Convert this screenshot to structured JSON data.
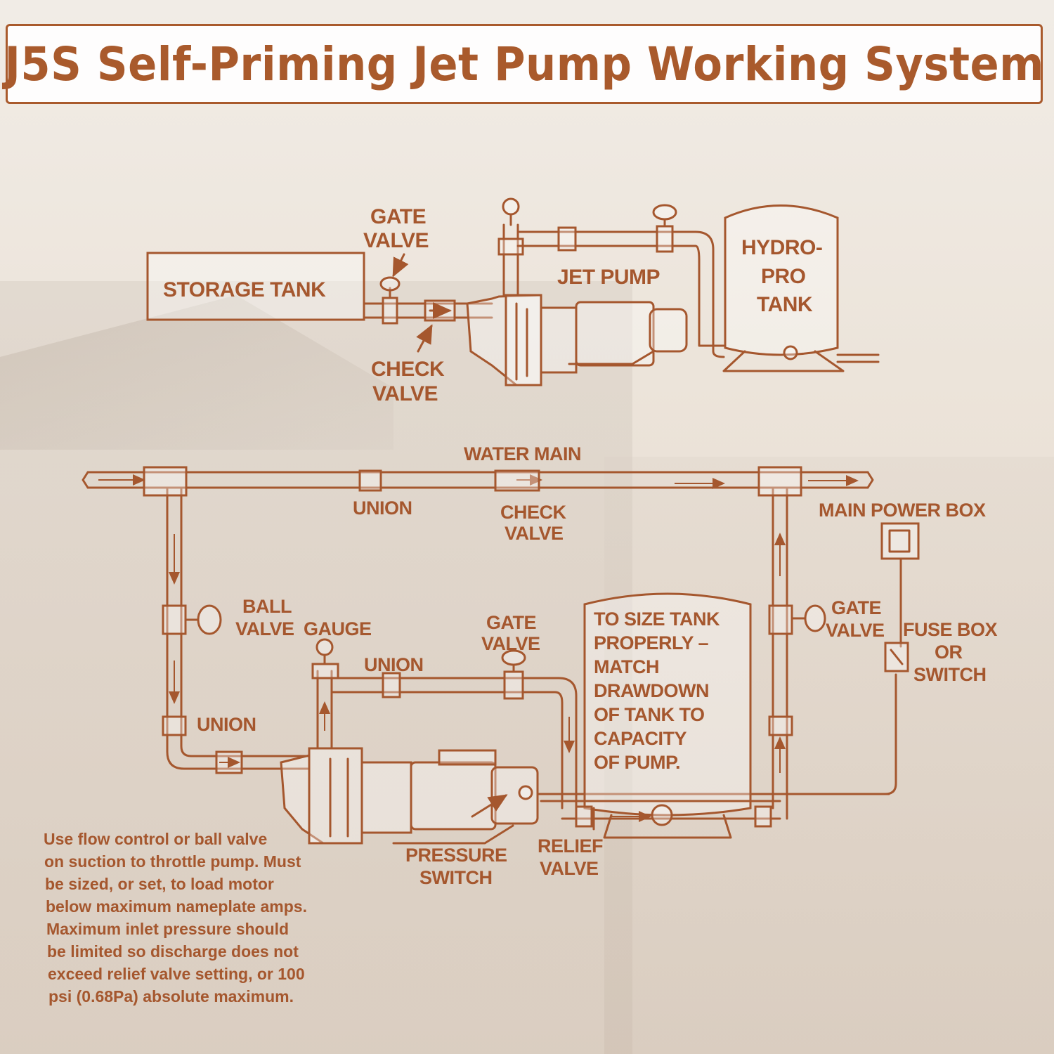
{
  "title": "J5S Self-Priming Jet Pump Working System",
  "top_diagram": {
    "storage_tank": "STORAGE TANK",
    "gate_valve": [
      "GATE",
      "VALVE"
    ],
    "check_valve": [
      "CHECK",
      "VALVE"
    ],
    "jet_pump": "JET PUMP",
    "hydro_pro_tank": [
      "HYDRO-",
      "PRO",
      "TANK"
    ]
  },
  "bottom_diagram": {
    "water_main": "WATER MAIN",
    "union_top": "UNION",
    "check_valve": [
      "CHECK",
      "VALVE"
    ],
    "main_power_box": "MAIN POWER BOX",
    "ball_valve": [
      "BALL",
      "VALVE"
    ],
    "gauge": "GAUGE",
    "gate_valve_mid": [
      "GATE",
      "VALVE"
    ],
    "union_mid": "UNION",
    "union_left": "UNION",
    "tank_note": [
      "TO SIZE TANK",
      "PROPERLY –",
      "MATCH",
      "DRAWDOWN",
      "OF TANK TO",
      "CAPACITY",
      "OF PUMP."
    ],
    "gate_valve_right": [
      "GATE",
      "VALVE"
    ],
    "fuse_box": [
      "FUSE BOX",
      "OR",
      "SWITCH"
    ],
    "pressure_switch": [
      "PRESSURE",
      "SWITCH"
    ],
    "relief_valve": [
      "RELIEF",
      "VALVE"
    ]
  },
  "instructions": [
    "Use flow control or ball valve",
    "on suction to throttle pump. Must",
    "be sized, or set, to load motor",
    "below maximum nameplate amps.",
    "Maximum inlet pressure should",
    "be limited so discharge does not",
    "exceed relief valve setting, or 100",
    "psi (0.68Pa) absolute maximum."
  ],
  "colors": {
    "accent": "#a5572e"
  }
}
